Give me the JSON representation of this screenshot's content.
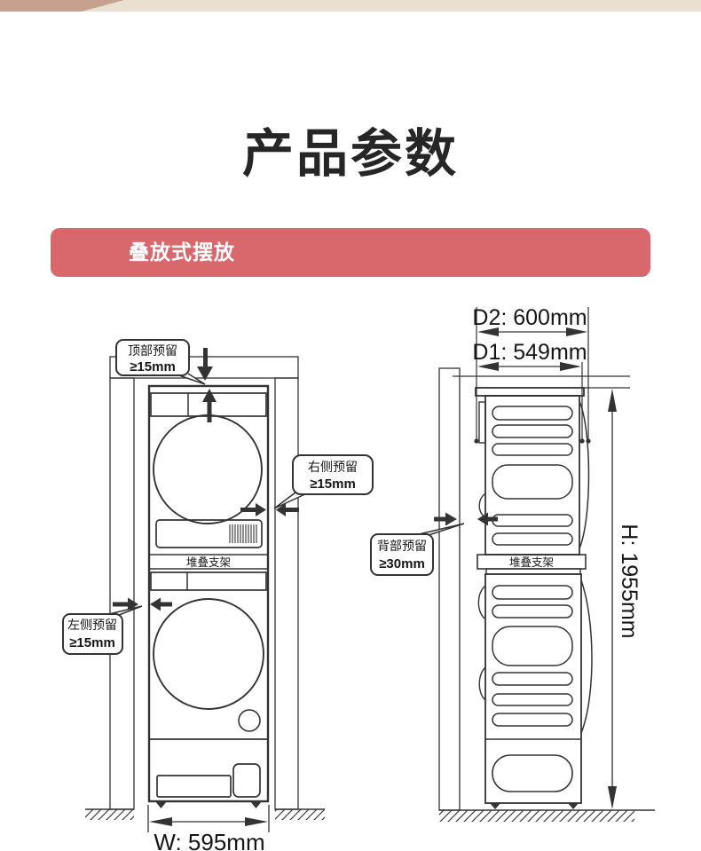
{
  "header": {
    "title": "产品参数"
  },
  "banner": {
    "label": "叠放式摆放"
  },
  "front_view": {
    "callout_top": {
      "line1": "顶部预留",
      "line2": "≥15mm"
    },
    "callout_right": {
      "line1": "右侧预留",
      "line2": "≥15mm"
    },
    "callout_left": {
      "line1": "左侧预留",
      "line2": "≥15mm"
    },
    "bracket_label": "堆叠支架",
    "width_label": "W: 595mm"
  },
  "side_view": {
    "callout_back": {
      "line1": "背部预留",
      "line2": "≥30mm"
    },
    "bracket_label": "堆叠支架",
    "d2_label": "D2: 600mm",
    "d1_label": "D1: 549mm",
    "height_label": "H: 1955mm"
  },
  "colors": {
    "banner_bg": "#d9686d",
    "banner_text": "#ffffff",
    "line": "#333333",
    "text": "#161616",
    "strip_bg": "#e8e1d1",
    "strip_accent": "#c7a18f",
    "page_bg": "#ffffff"
  }
}
